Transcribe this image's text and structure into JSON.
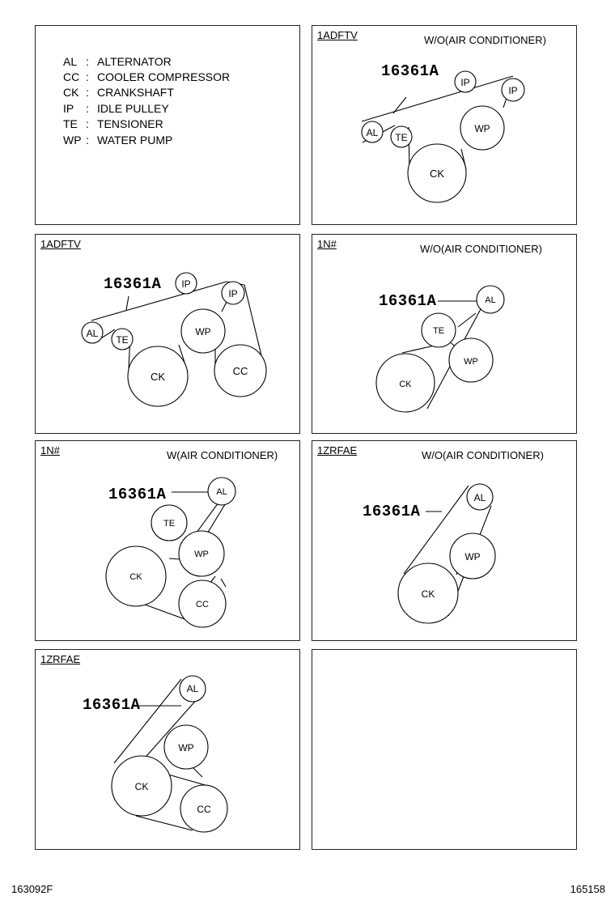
{
  "legend": [
    {
      "abbr": "AL",
      "name": "ALTERNATOR"
    },
    {
      "abbr": "CC",
      "name": "COOLER COMPRESSOR"
    },
    {
      "abbr": "CK",
      "name": "CRANKSHAFT"
    },
    {
      "abbr": "IP",
      "name": "IDLE PULLEY"
    },
    {
      "abbr": "TE",
      "name": "TENSIONER"
    },
    {
      "abbr": "WP",
      "name": "WATER PUMP"
    }
  ],
  "legend_sep": ":",
  "part_number": "16361A",
  "panels": [
    {
      "engine": "1ADFTV",
      "condition": "W/O(AIR CONDITIONER)"
    },
    {
      "engine": "1ADFTV",
      "condition": ""
    },
    {
      "engine": "1N#",
      "condition": "W/O(AIR CONDITIONER)"
    },
    {
      "engine": "1N#",
      "condition": "W(AIR CONDITIONER)"
    },
    {
      "engine": "1ZRFAE",
      "condition": "W/O(AIR CONDITIONER)"
    },
    {
      "engine": "1ZRFAE",
      "condition": ""
    }
  ],
  "pulley_labels": {
    "AL": "AL",
    "CC": "CC",
    "CK": "CK",
    "IP": "IP",
    "TE": "TE",
    "WP": "WP"
  },
  "footer": {
    "left": "163092F",
    "right": "165158"
  }
}
